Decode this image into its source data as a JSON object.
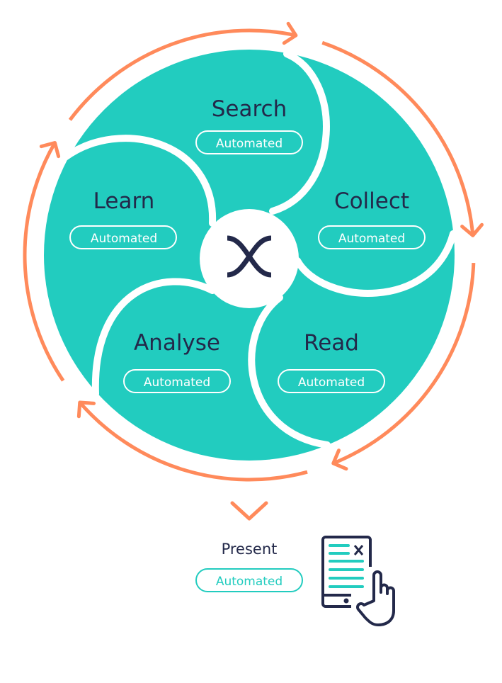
{
  "colors": {
    "teal": "#22ccbf",
    "orange": "#ff8a5b",
    "dark": "#23294a"
  },
  "center_logo": "x-logo-icon",
  "stages": [
    {
      "name": "Search",
      "badge": "Automated"
    },
    {
      "name": "Collect",
      "badge": "Automated"
    },
    {
      "name": "Read",
      "badge": "Automated"
    },
    {
      "name": "Analyse",
      "badge": "Automated"
    },
    {
      "name": "Learn",
      "badge": "Automated"
    }
  ],
  "output": {
    "name": "Present",
    "badge": "Automated",
    "icon": "tablet-document-touch-icon"
  }
}
